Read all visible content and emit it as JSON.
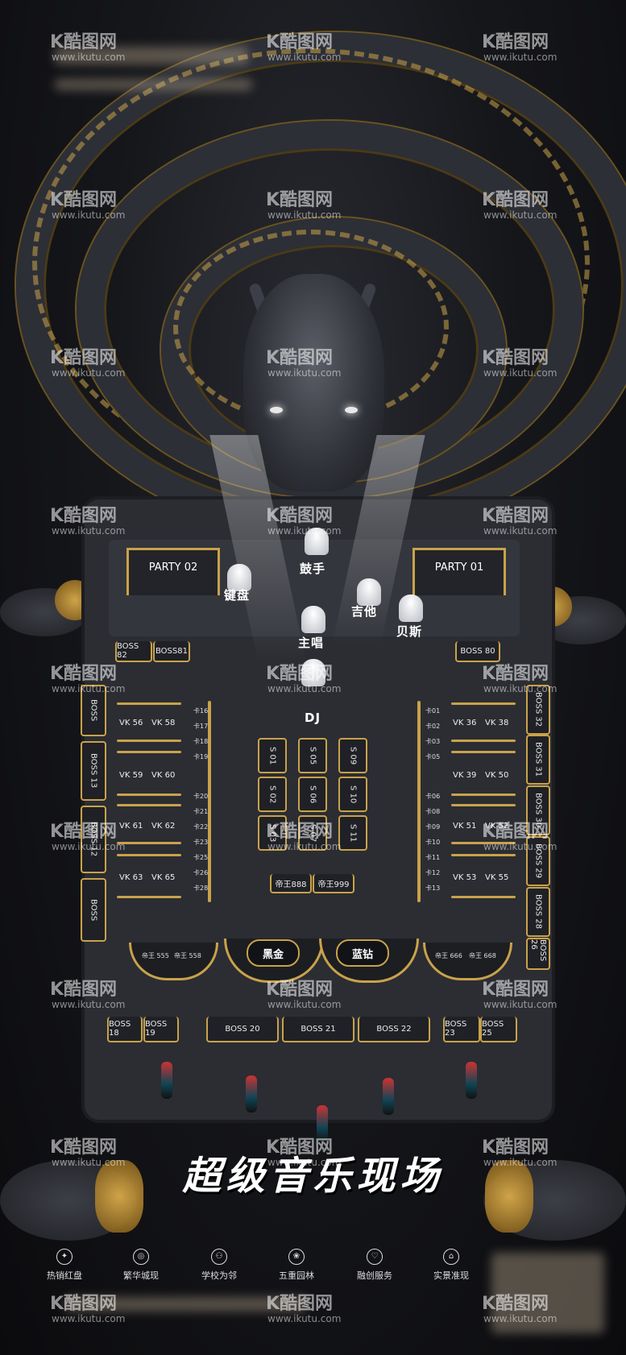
{
  "party_left": "PARTY 02",
  "party_right": "PARTY 01",
  "band": {
    "drummer": "鼓手",
    "keyboard": "键盘",
    "guitar": "吉他",
    "bass": "贝斯",
    "vocal": "主唱"
  },
  "dj": "DJ",
  "boss_top": [
    "BOSS 82",
    "BOSS81",
    "BOSS 80"
  ],
  "left_vk": [
    [
      "VK 56",
      "VK 58"
    ],
    [
      "VK 59",
      "VK 60"
    ],
    [
      "VK 61",
      "VK 62"
    ],
    [
      "VK 63",
      "VK 65"
    ]
  ],
  "right_vk": [
    [
      "VK 36",
      "VK 38"
    ],
    [
      "VK 39",
      "VK 50"
    ],
    [
      "VK 51",
      "VK 52"
    ],
    [
      "VK 53",
      "VK 55"
    ]
  ],
  "left_seat_nums": [
    "卡16",
    "卡17",
    "卡18",
    "卡19",
    "卡20",
    "卡21",
    "卡22",
    "卡23",
    "卡25",
    "卡26",
    "卡28"
  ],
  "right_seat_nums": [
    "卡01",
    "卡02",
    "卡03",
    "卡05",
    "卡06",
    "卡08",
    "卡09",
    "卡10",
    "卡11",
    "卡12",
    "卡13"
  ],
  "s_booths": [
    "S 01",
    "S 05",
    "S 09",
    "S 02",
    "S 06",
    "S 10",
    "S 03",
    "S 07",
    "S 11"
  ],
  "center_small": [
    "帝王888",
    "帝王999"
  ],
  "mid_left": [
    "帝王 555",
    "帝王 558"
  ],
  "mid_right": [
    "帝王 666",
    "帝王 668"
  ],
  "pill_left": "黑金",
  "pill_right": "蓝钻",
  "boss_bottom": [
    "BOSS 18",
    "BOSS 19",
    "BOSS 20",
    "BOSS 21",
    "BOSS 22",
    "BOSS 23",
    "BOSS 25"
  ],
  "boss_side_right": [
    "BOSS 32",
    "BOSS 31",
    "BOSS 30",
    "BOSS 29",
    "BOSS 28",
    "BOSS 26"
  ],
  "boss_side_left": [
    "BOSS",
    "BOSS 13",
    "BOSS 12",
    "BOSS"
  ],
  "title": "超级音乐现场",
  "features": [
    "热销红盘",
    "繁华城现",
    "学校为邻",
    "五重园林",
    "融创服务",
    "实景准现"
  ],
  "watermark": {
    "brand": "K酷图网",
    "url": "www.ikutu.com"
  },
  "colors": {
    "gold": "#c9a24a",
    "dark": "#16171b"
  }
}
